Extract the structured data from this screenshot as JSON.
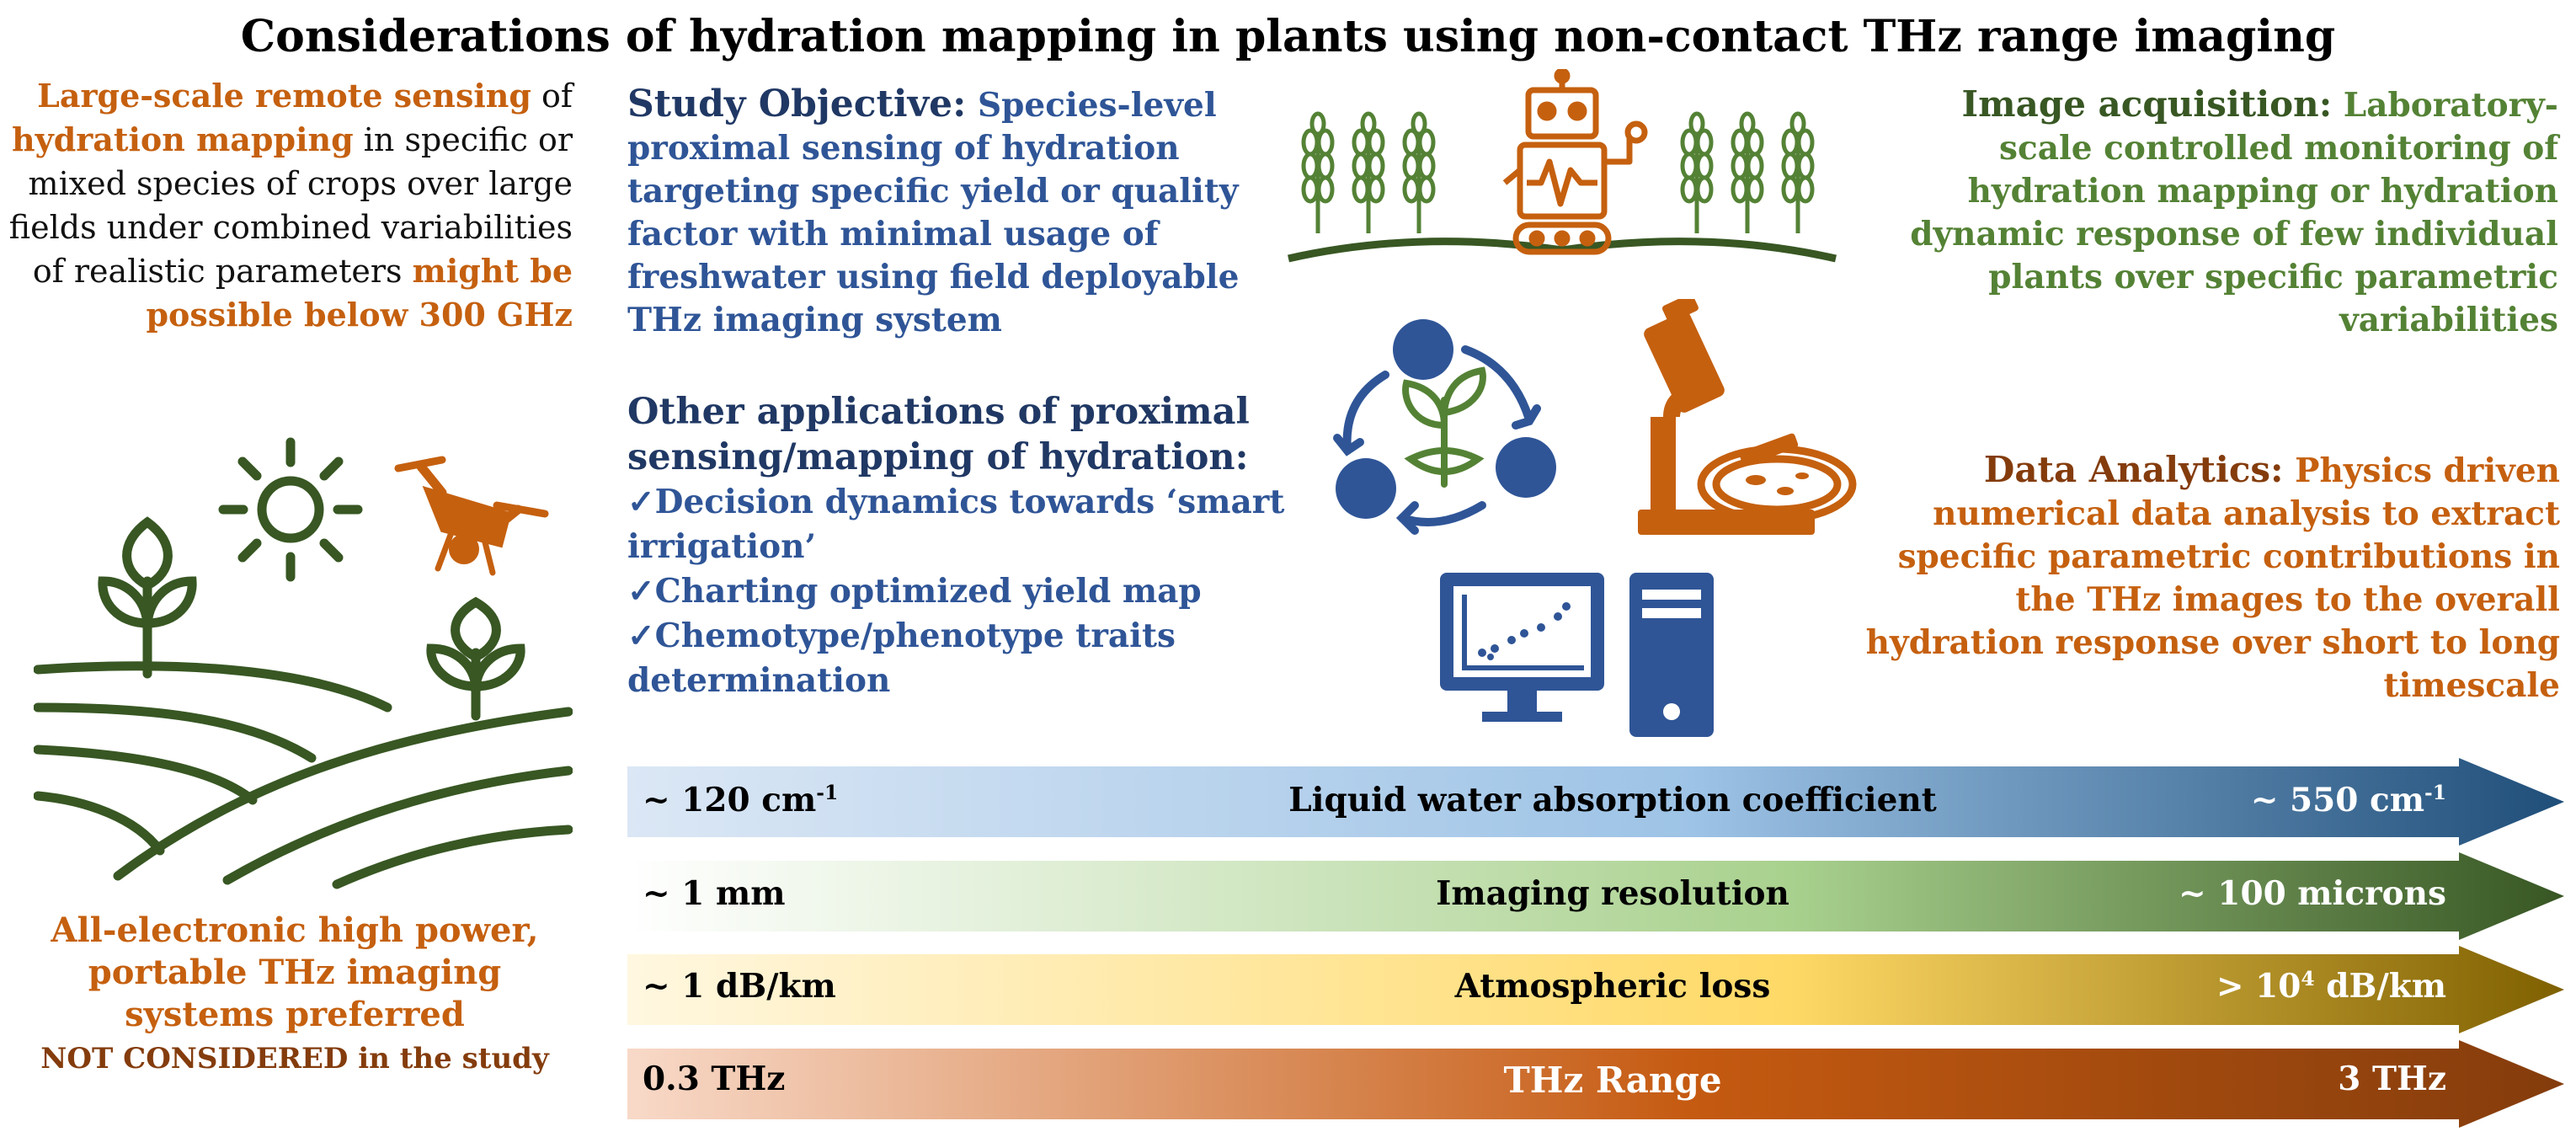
{
  "title": "Considerations of hydration mapping in plants using non-contact THz range imaging",
  "top_left": {
    "t1": "Large-scale remote sensing",
    "t2": " of ",
    "t3": "hydration mapping",
    "t4": " in specific or mixed species of crops over large fields under combined variabilities of realistic parameters ",
    "t5": "might be possible below 300 GHz"
  },
  "study_objective": {
    "label": "Study Objective:",
    "text": " Species-level proximal sensing of hydration targeting specific yield or quality factor with minimal usage of freshwater using field deployable THz imaging system"
  },
  "other_apps": {
    "heading": "Other applications of proximal sensing/mapping of hydration:",
    "items": [
      "✓Decision dynamics towards ‘smart irrigation’",
      "✓Charting optimized yield map",
      "✓Chemotype/phenotype traits determination"
    ]
  },
  "image_acquisition": {
    "label": "Image acquisition:",
    "text": " Laboratory-scale controlled monitoring of hydration mapping or hydration dynamic response of few individual plants over specific parametric variabilities"
  },
  "data_analytics": {
    "label": "Data Analytics:",
    "text": " Physics driven numerical data analysis to extract specific parametric contributions in the THz images to the overall hydration response over short to long timescale"
  },
  "bottom_left": {
    "line1": "All-electronic high power, portable THz imaging systems preferred",
    "line2": "NOT CONSIDERED in the study"
  },
  "bars": [
    {
      "left": "~ 120 cm",
      "left_sup": "-1",
      "center": "Liquid water absorption coefficient",
      "right": "~ 550 cm",
      "right_sup": "-1"
    },
    {
      "left": "~ 1 mm",
      "left_sup": "",
      "center": "Imaging resolution",
      "right": "~ 100 microns",
      "right_sup": ""
    },
    {
      "left": "~ 1 dB/km",
      "left_sup": "",
      "center": "Atmospheric loss",
      "right": "> 10",
      "right_sup": "4",
      "right_tail": " dB/km"
    },
    {
      "left": "0.3 THz",
      "left_sup": "",
      "center": "THz Range",
      "right": "3 THz",
      "right_sup": ""
    }
  ],
  "colors": {
    "orange": "#c5600f",
    "blue": "#2f5597",
    "green": "#548235",
    "dark_green": "#385723",
    "brown": "#843c0c"
  },
  "icons": [
    "sun-icon",
    "drone-icon",
    "field-plants-icon",
    "wheat-icon",
    "robot-icon",
    "plant-cycle-icon",
    "microscope-icon",
    "computer-icon"
  ]
}
